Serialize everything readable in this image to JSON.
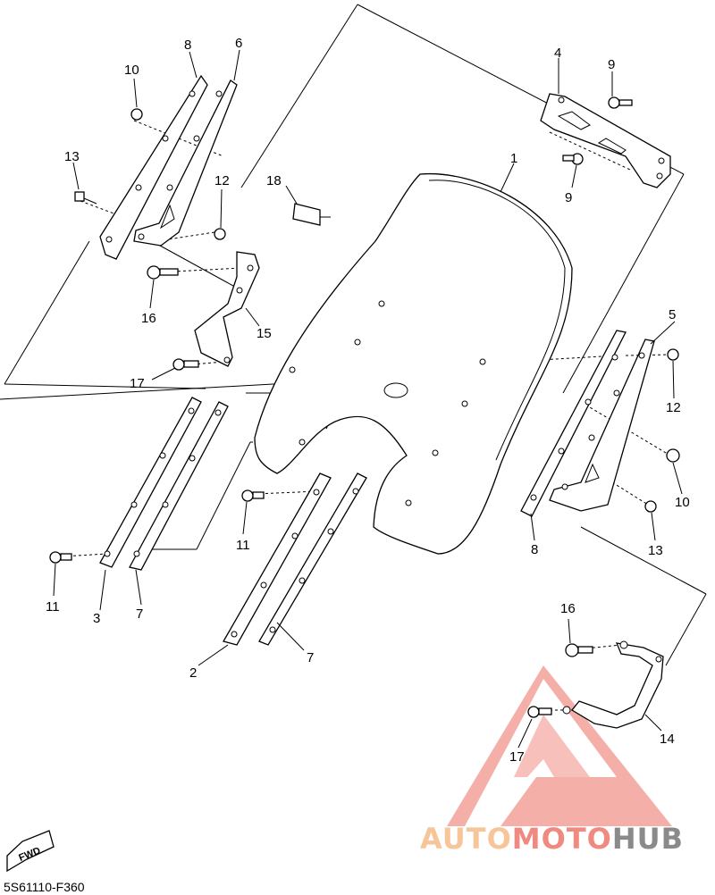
{
  "diagram": {
    "part_code": "5S61110-F360",
    "fwd_label": "FWD",
    "callouts": [
      {
        "id": "c1",
        "label": "1"
      },
      {
        "id": "c2",
        "label": "2"
      },
      {
        "id": "c3",
        "label": "3"
      },
      {
        "id": "c4",
        "label": "4"
      },
      {
        "id": "c5",
        "label": "5"
      },
      {
        "id": "c6",
        "label": "6"
      },
      {
        "id": "c7a",
        "label": "7"
      },
      {
        "id": "c7b",
        "label": "7"
      },
      {
        "id": "c8a",
        "label": "8"
      },
      {
        "id": "c8b",
        "label": "8"
      },
      {
        "id": "c9a",
        "label": "9"
      },
      {
        "id": "c9b",
        "label": "9"
      },
      {
        "id": "c10a",
        "label": "10"
      },
      {
        "id": "c10b",
        "label": "10"
      },
      {
        "id": "c11a",
        "label": "11"
      },
      {
        "id": "c11b",
        "label": "11"
      },
      {
        "id": "c12a",
        "label": "12"
      },
      {
        "id": "c12b",
        "label": "12"
      },
      {
        "id": "c13a",
        "label": "13"
      },
      {
        "id": "c13b",
        "label": "13"
      },
      {
        "id": "c14",
        "label": "14"
      },
      {
        "id": "c15",
        "label": "15"
      },
      {
        "id": "c16a",
        "label": "16"
      },
      {
        "id": "c16b",
        "label": "16"
      },
      {
        "id": "c17a",
        "label": "17"
      },
      {
        "id": "c17b",
        "label": "17"
      },
      {
        "id": "c18",
        "label": "18"
      }
    ]
  },
  "watermark": {
    "word1": "AUTO",
    "word2": "MOTO",
    "word3": "HUB",
    "color_light": "#f7c59a",
    "color_red": "#f08a80",
    "color_dark": "#8a8a8a"
  }
}
